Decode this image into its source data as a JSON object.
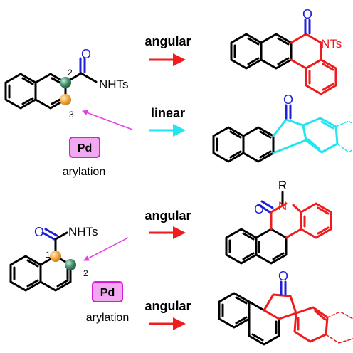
{
  "colors": {
    "bond": "#000000",
    "heteroatom": "#1f1fd6",
    "angular": "#ee1c1c",
    "linear": "#22e5f0",
    "pd_box_fill": "#f2a8f0",
    "pd_box_border": "#d81bd8",
    "pointer_arrow": "#e83ae8",
    "site_green": "#3f8f6a",
    "site_orange": "#f4a640"
  },
  "top": {
    "substrate": {
      "carbonyl_o": "O",
      "amide": "NHTs",
      "position_a": "2",
      "position_b": "3"
    },
    "catalyst": {
      "badge": "Pd",
      "caption": "arylation"
    },
    "rows": [
      {
        "label": "angular",
        "product": {
          "carbonyl_o": "O",
          "nitrogen": "NTs"
        }
      },
      {
        "label": "linear",
        "product": {
          "carbonyl_o": "O"
        }
      }
    ]
  },
  "bottom": {
    "substrate": {
      "carbonyl_o": "O",
      "amide": "NHTs",
      "position_a": "1",
      "position_b": "2"
    },
    "catalyst": {
      "badge": "Pd",
      "caption": "arylation"
    },
    "rows": [
      {
        "label": "angular",
        "product": {
          "carbonyl_o": "O",
          "nitrogen": "N",
          "substituent": "R"
        }
      },
      {
        "label": "angular",
        "product": {
          "carbonyl_o": "O"
        }
      }
    ]
  }
}
